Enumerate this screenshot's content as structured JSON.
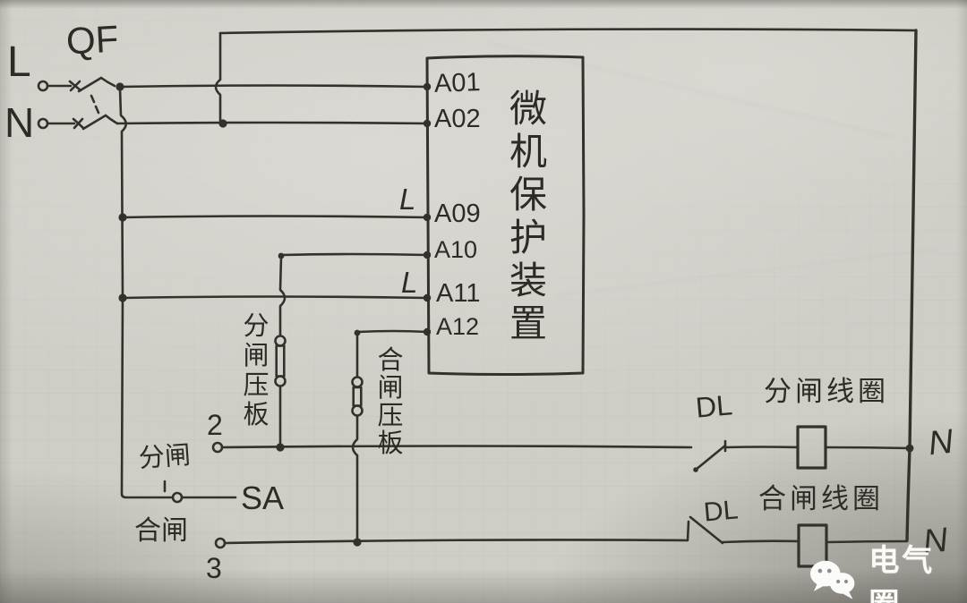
{
  "colors": {
    "paper": "#d0cdc7",
    "ink": "#34302b",
    "watermark_white": "#fbfbfa"
  },
  "power_input": {
    "line_label": "L",
    "neutral_label": "N",
    "breaker_label": "QF"
  },
  "device": {
    "title": "微机保护装置",
    "terminals": [
      "A01",
      "A02",
      "A09",
      "A10",
      "A11",
      "A12"
    ]
  },
  "taps": {
    "a09_phase_label": "L",
    "a11_phase_label": "L"
  },
  "links": {
    "trip_plate": "分闸压板",
    "close_plate": "合闸压板"
  },
  "control_switch": {
    "label": "SA",
    "open_position_label": "分闸",
    "close_position_label": "合闸",
    "terminal_top": "2",
    "terminal_bottom": "3"
  },
  "aux_contacts": {
    "trip_contact_label": "DL",
    "close_contact_label": "DL"
  },
  "coils": {
    "trip_coil_label": "分闸线圈",
    "close_coil_label": "合闸线圈"
  },
  "neutral_bus": {
    "top_label": "N",
    "bottom_label": "N"
  },
  "watermark": {
    "brand": "电气圈",
    "icon": "wechat-logo"
  }
}
